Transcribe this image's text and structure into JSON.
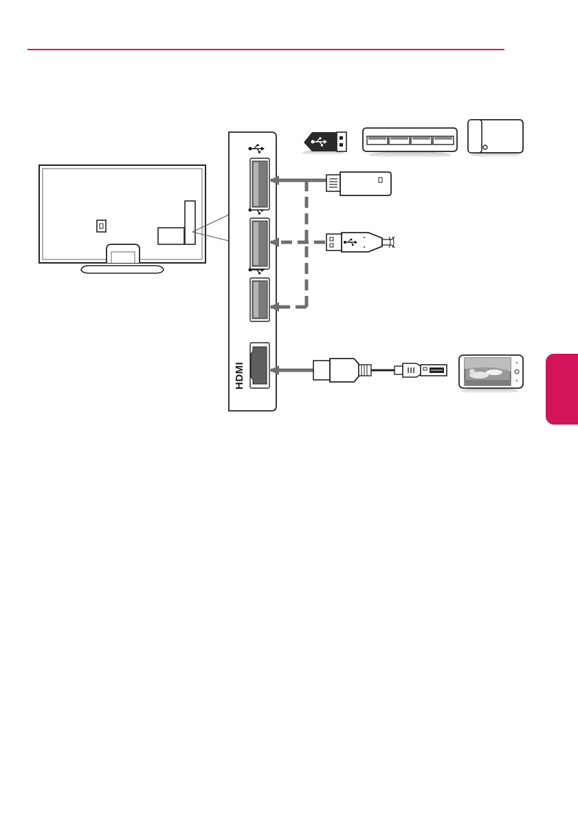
{
  "page": {
    "accent_color": "#d3145a"
  },
  "diagram": {
    "hdmi_port_label": "HDMI",
    "icons": [
      "usb-icon",
      "usb-icon",
      "usb-icon"
    ],
    "devices": [
      "usb-memory-stick",
      "usb-hub",
      "usb-hard-drive",
      "usb-flash-drive",
      "usb-cable",
      "mhl-cable",
      "smartphone"
    ]
  }
}
